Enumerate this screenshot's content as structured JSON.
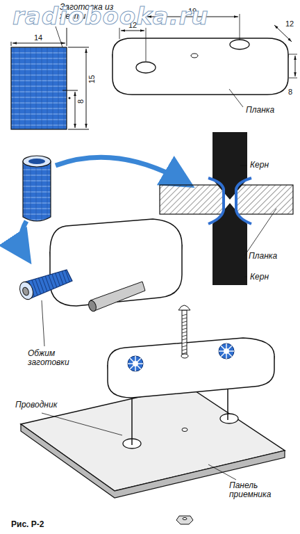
{
  "diagram": {
    "caption": "Рис. Р-2",
    "labels": [
      "radiobooka.ru",
      "Заготовка из жести",
      "14",
      "8",
      "15",
      "12",
      "19",
      "12",
      "8",
      "Планка",
      "Керн",
      "Планка",
      "Керн",
      "Обжим заготовки",
      "Проводник",
      "Панель приемника"
    ]
  }
}
